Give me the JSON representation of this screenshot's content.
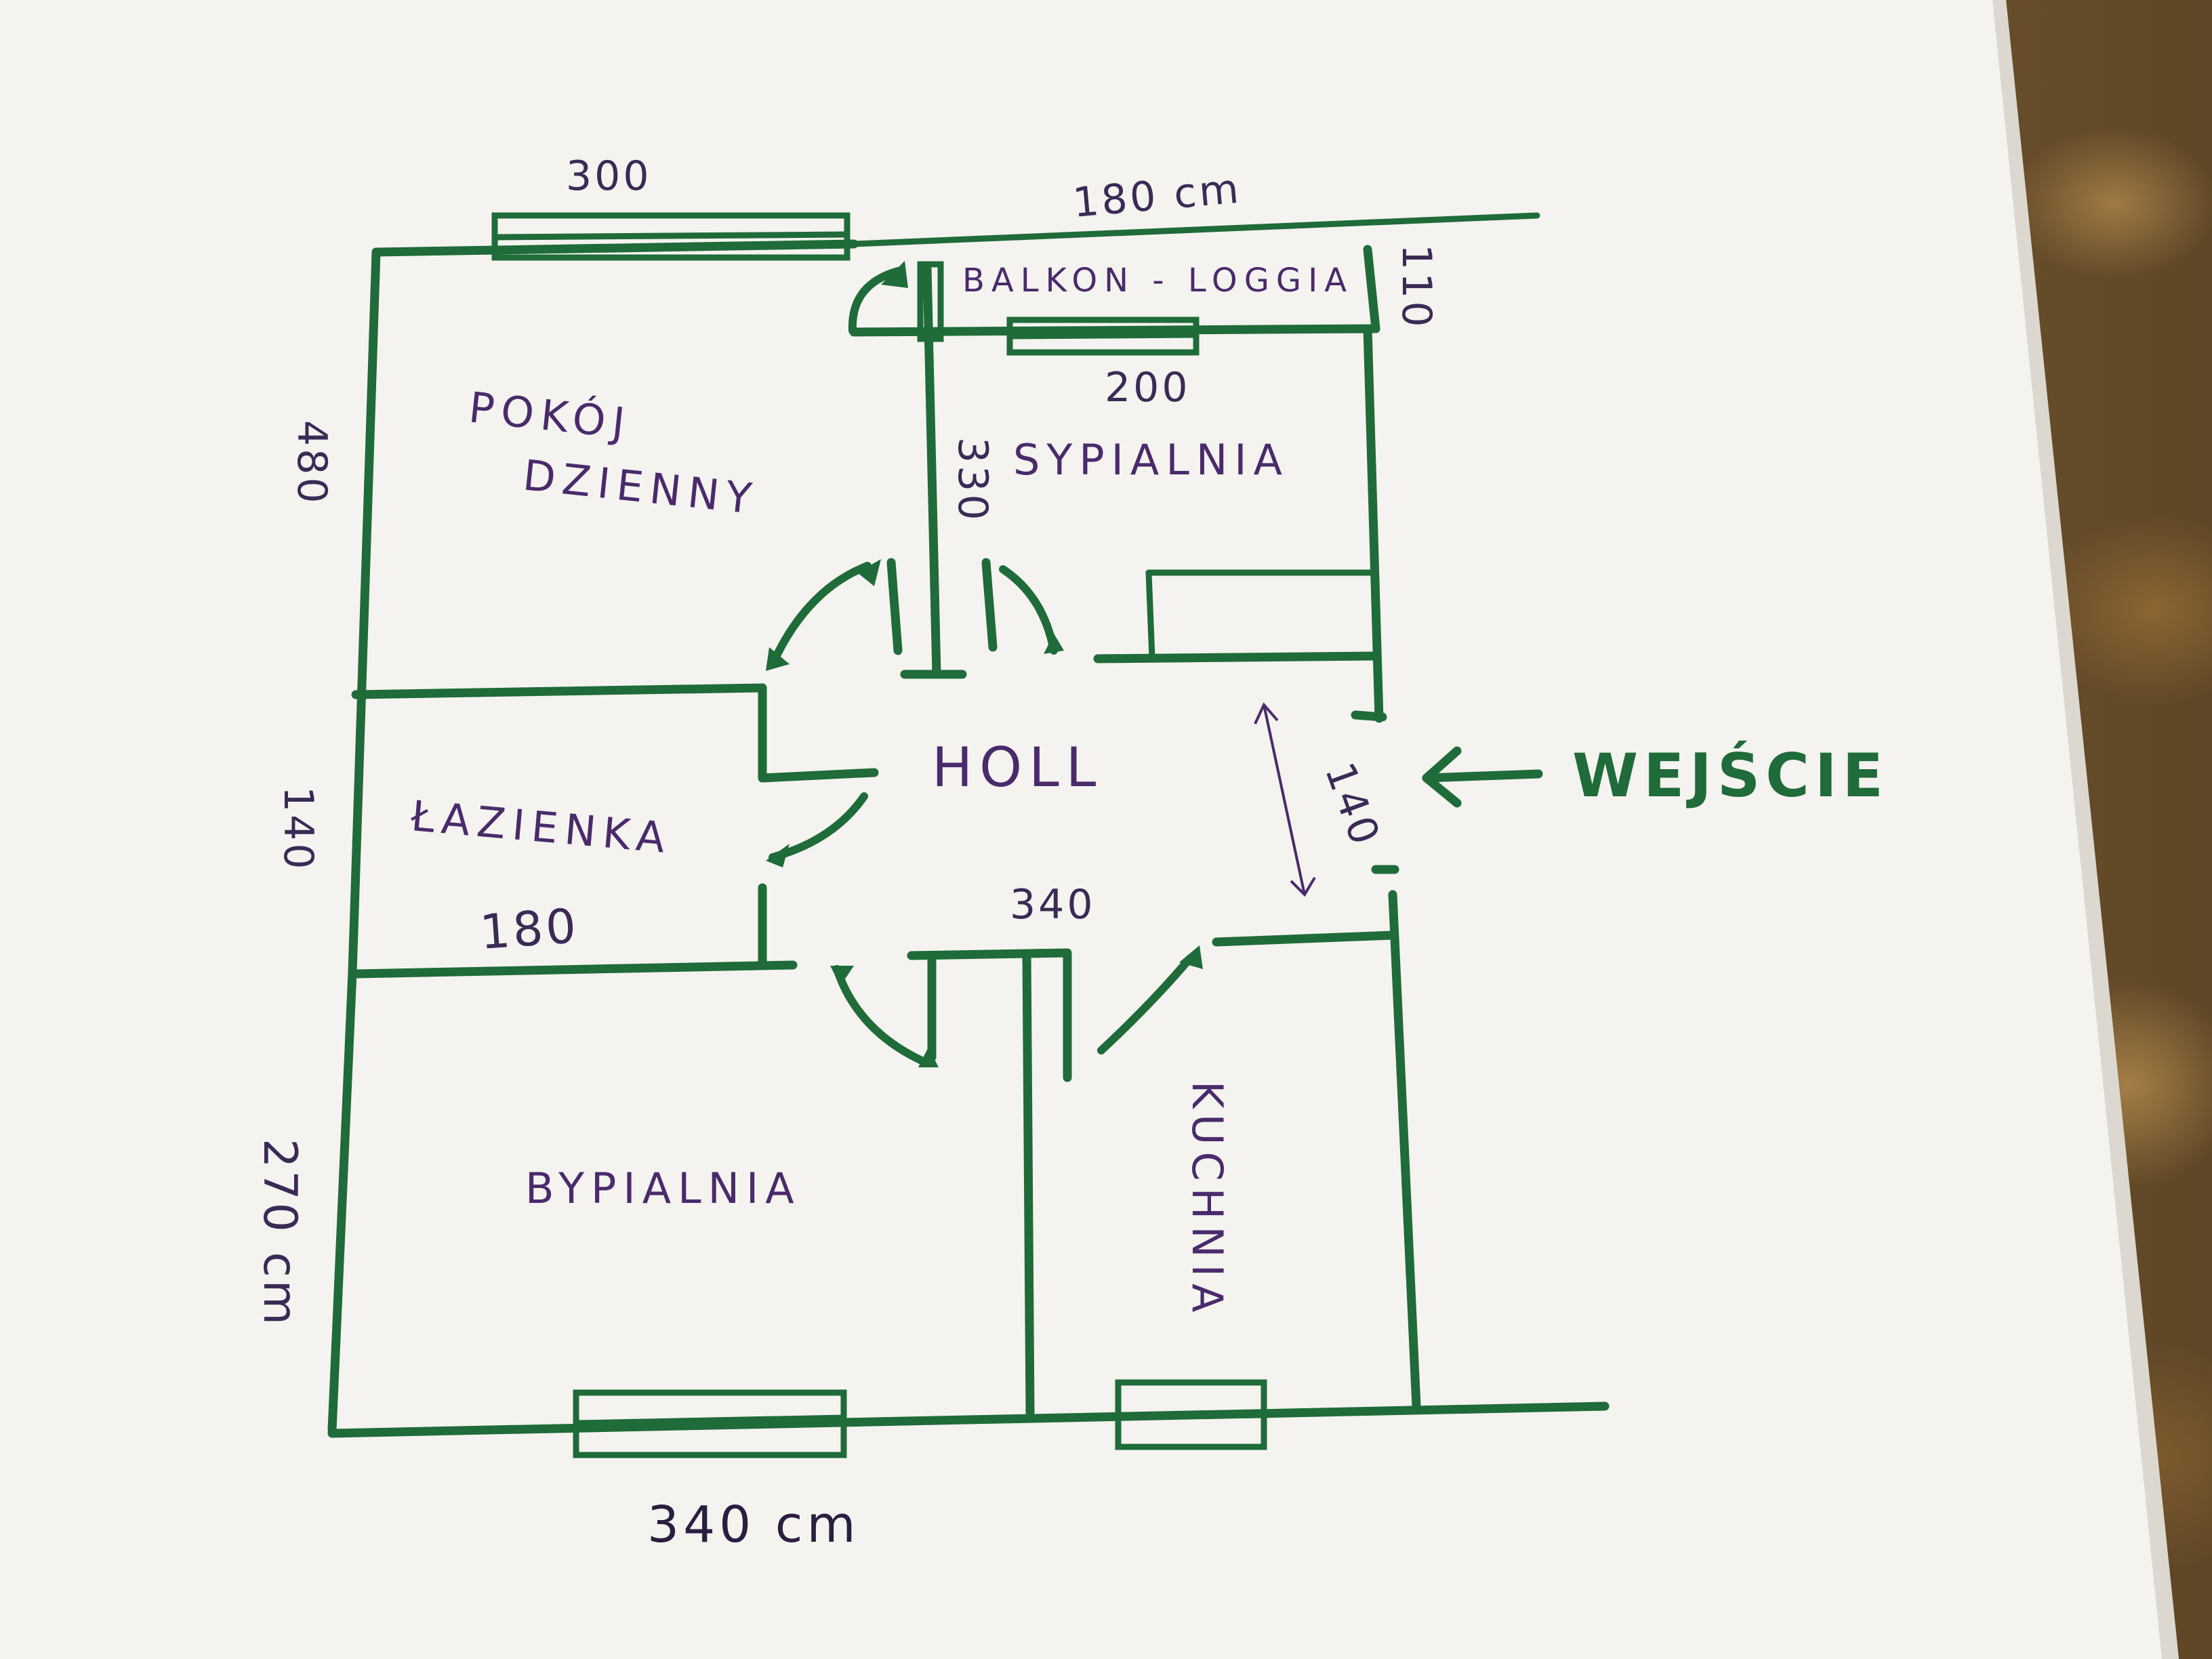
{
  "plan": {
    "rooms": {
      "pokoj_dzienny_line1": "POKÓJ",
      "pokoj_dzienny_line2": "DZIENNY",
      "balkon": "BALKON - LOGGIA",
      "sypialnia_top": "SYPIALNIA",
      "lazienka": "ŁAZIENKA",
      "holl": "HOLL",
      "sypialnia_bottom": "BYPIALNIA",
      "kuchnia": "KUCHNIA"
    },
    "dimensions": {
      "window_top": "300",
      "balcony_width": "180 cm",
      "balcony_depth": "110",
      "window_balcony": "200",
      "living_height": "480",
      "bedroom_top_height": "330",
      "bathroom_height": "140",
      "bathroom_width": "180",
      "hall_width": "340",
      "hall_depth": "140",
      "bedroom_bottom_height": "270 cm",
      "bottom_width": "340 cm"
    },
    "entry": {
      "label": "WEJŚCIE"
    },
    "colors": {
      "wall_ink": "#1f6b3a",
      "text_ink": "#4a2a6b",
      "paper": "#f4f3ef"
    }
  }
}
